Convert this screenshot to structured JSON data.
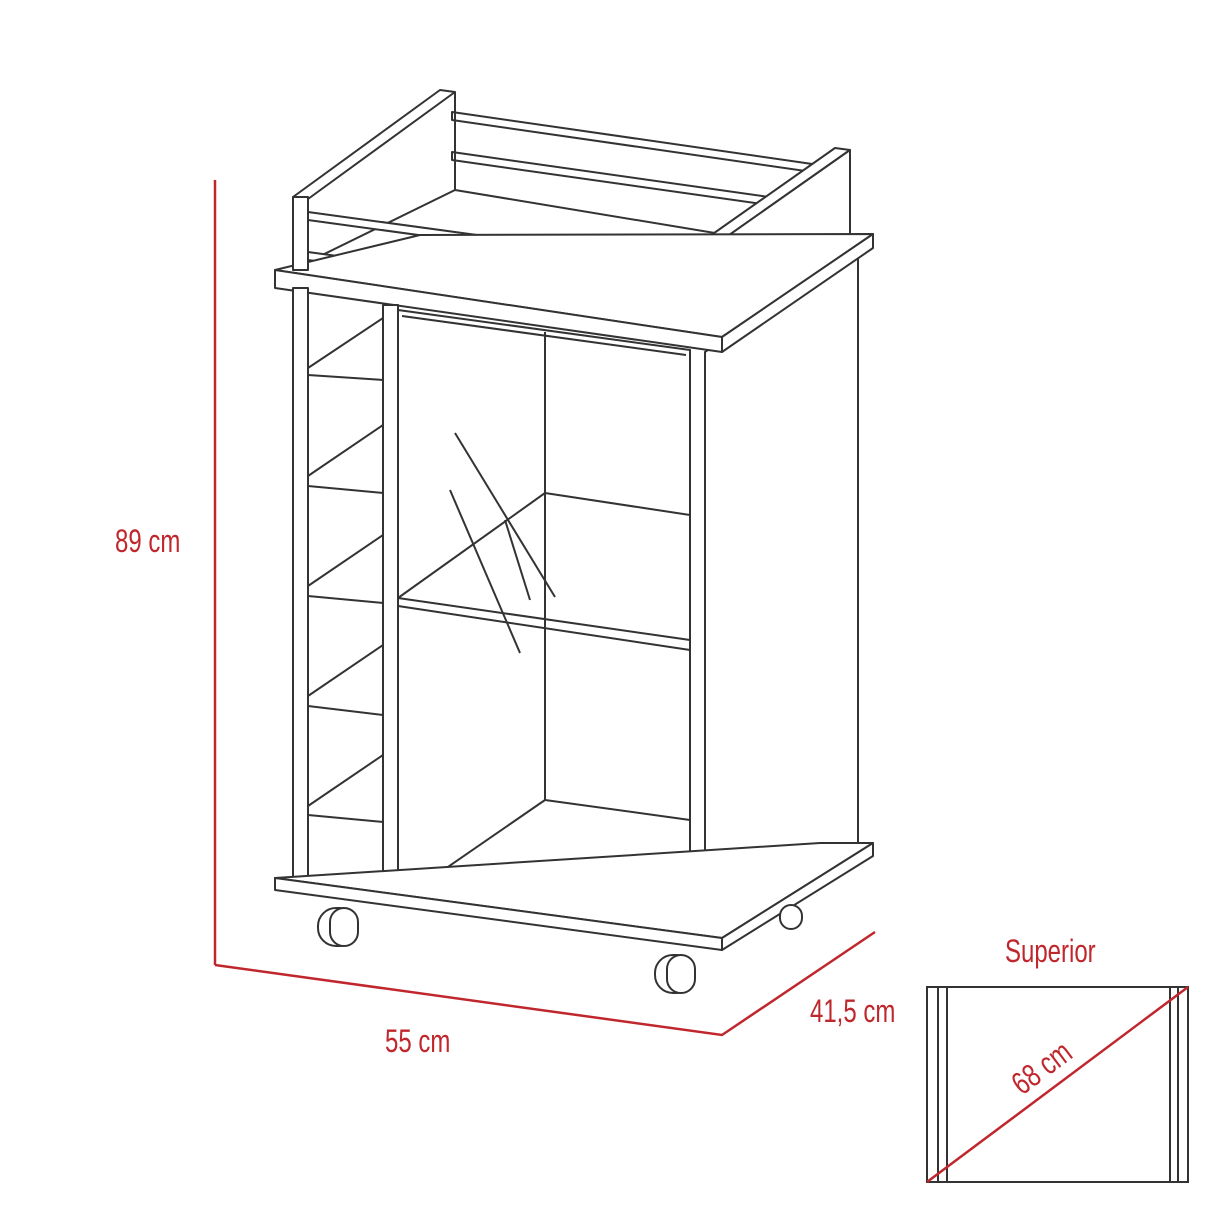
{
  "dimensions": {
    "height": "89 cm",
    "width": "55 cm",
    "depth": "41,5 cm",
    "top_diagonal": "68 cm"
  },
  "inset": {
    "title": "Superior"
  },
  "colors": {
    "dimension": "#c0272d",
    "outline": "#333333"
  }
}
